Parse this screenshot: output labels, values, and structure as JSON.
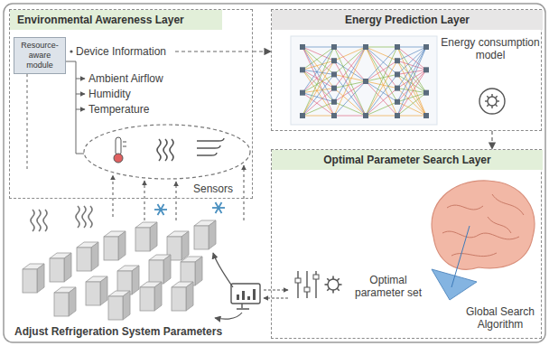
{
  "diagram": {
    "nodes": [
      {
        "text": [
          "Environmental Awareness Layer"
        ]
      },
      {
        "text": [
          "Resource-aware module"
        ],
        "in": 0
      },
      {
        "text": [
          "Energy Prediction Layer"
        ]
      },
      {
        "text": [
          "Optimal Parameter Search Layer"
        ]
      }
    ],
    "edges": [
      {
        "from": 0,
        "to": 2,
        "arrow": "to"
      },
      {
        "from": 2,
        "to": 3,
        "arrow": "to"
      }
    ],
    "labels": [
      "Device Information",
      "Ambient Airflow",
      "Humidity",
      "Temperature",
      "Sensors",
      "Energy consumption model",
      "Optimal parameter set",
      "Global Search Algorithm",
      "Adjust Refrigeration System Parameters"
    ]
  }
}
